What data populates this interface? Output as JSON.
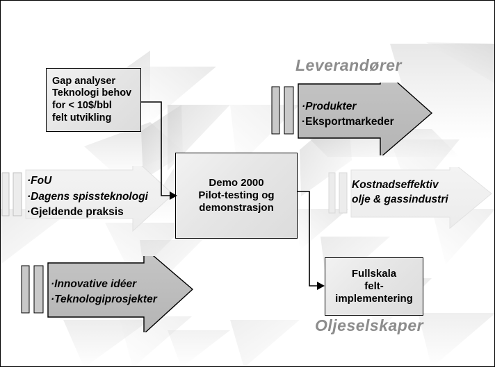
{
  "diagram": {
    "title_labels": [
      {
        "id": "leverandorer",
        "text": "Leverandører",
        "color": "#8c8c8c"
      },
      {
        "id": "oljeselskaper",
        "text": "Oljeselskaper",
        "color": "#8c8c8c"
      }
    ],
    "boxes": [
      {
        "id": "gap-analyser",
        "lines": [
          "Gap analyser",
          "Teknologi behov",
          "for < 10$/bbl",
          "felt utvikling"
        ],
        "text": "Gap analyser\nTeknologi behov\nfor < 10$/bbl\nfelt utvikling"
      },
      {
        "id": "demo-2000",
        "lines": [
          "Demo 2000",
          "Pilot-testing og",
          "demonstrasjon"
        ],
        "text": "Demo 2000\nPilot-testing og\ndemonstrasjon"
      },
      {
        "id": "fullskala",
        "lines": [
          "Fullskala",
          "felt-",
          "implementering"
        ],
        "text": "Fullskala\nfelt-\nimplementering"
      }
    ],
    "arrows": [
      {
        "id": "input-fou",
        "fill": "#f2f2f2",
        "bullets": [
          "FoU",
          "Dagens spissteknologi",
          "Gjeldende praksis"
        ],
        "line1": "·FoU",
        "line2": "·Dagens spissteknologi",
        "line3": "·Gjeldende praksis"
      },
      {
        "id": "leverandor-output",
        "fill": "#bfbfbf",
        "bullets": [
          "Produkter",
          "Eksportmarkeder"
        ],
        "line1": "·Produkter",
        "line2": "·Eksportmarkeder"
      },
      {
        "id": "innovative-input",
        "fill": "#bfbfbf",
        "bullets": [
          "Innovative idéer",
          "Teknologiprosjekter"
        ],
        "line1": "·Innovative idéer",
        "line2": "·Teknologiprosjekter"
      },
      {
        "id": "kostnadseffektiv-output",
        "fill": "#f2f2f2",
        "bullets": [
          "Kostnadseffektiv",
          "olje & gassindustri"
        ],
        "line1": "Kostnadseffektiv",
        "line2": "olje & gassindustri"
      }
    ],
    "colors": {
      "background": "#ffffff",
      "box_fill": "#e8e8e8",
      "arrow_dark": "#bfbfbf",
      "arrow_light": "#f2f2f2",
      "outline": "#000000",
      "label_gray": "#8c8c8c"
    }
  }
}
